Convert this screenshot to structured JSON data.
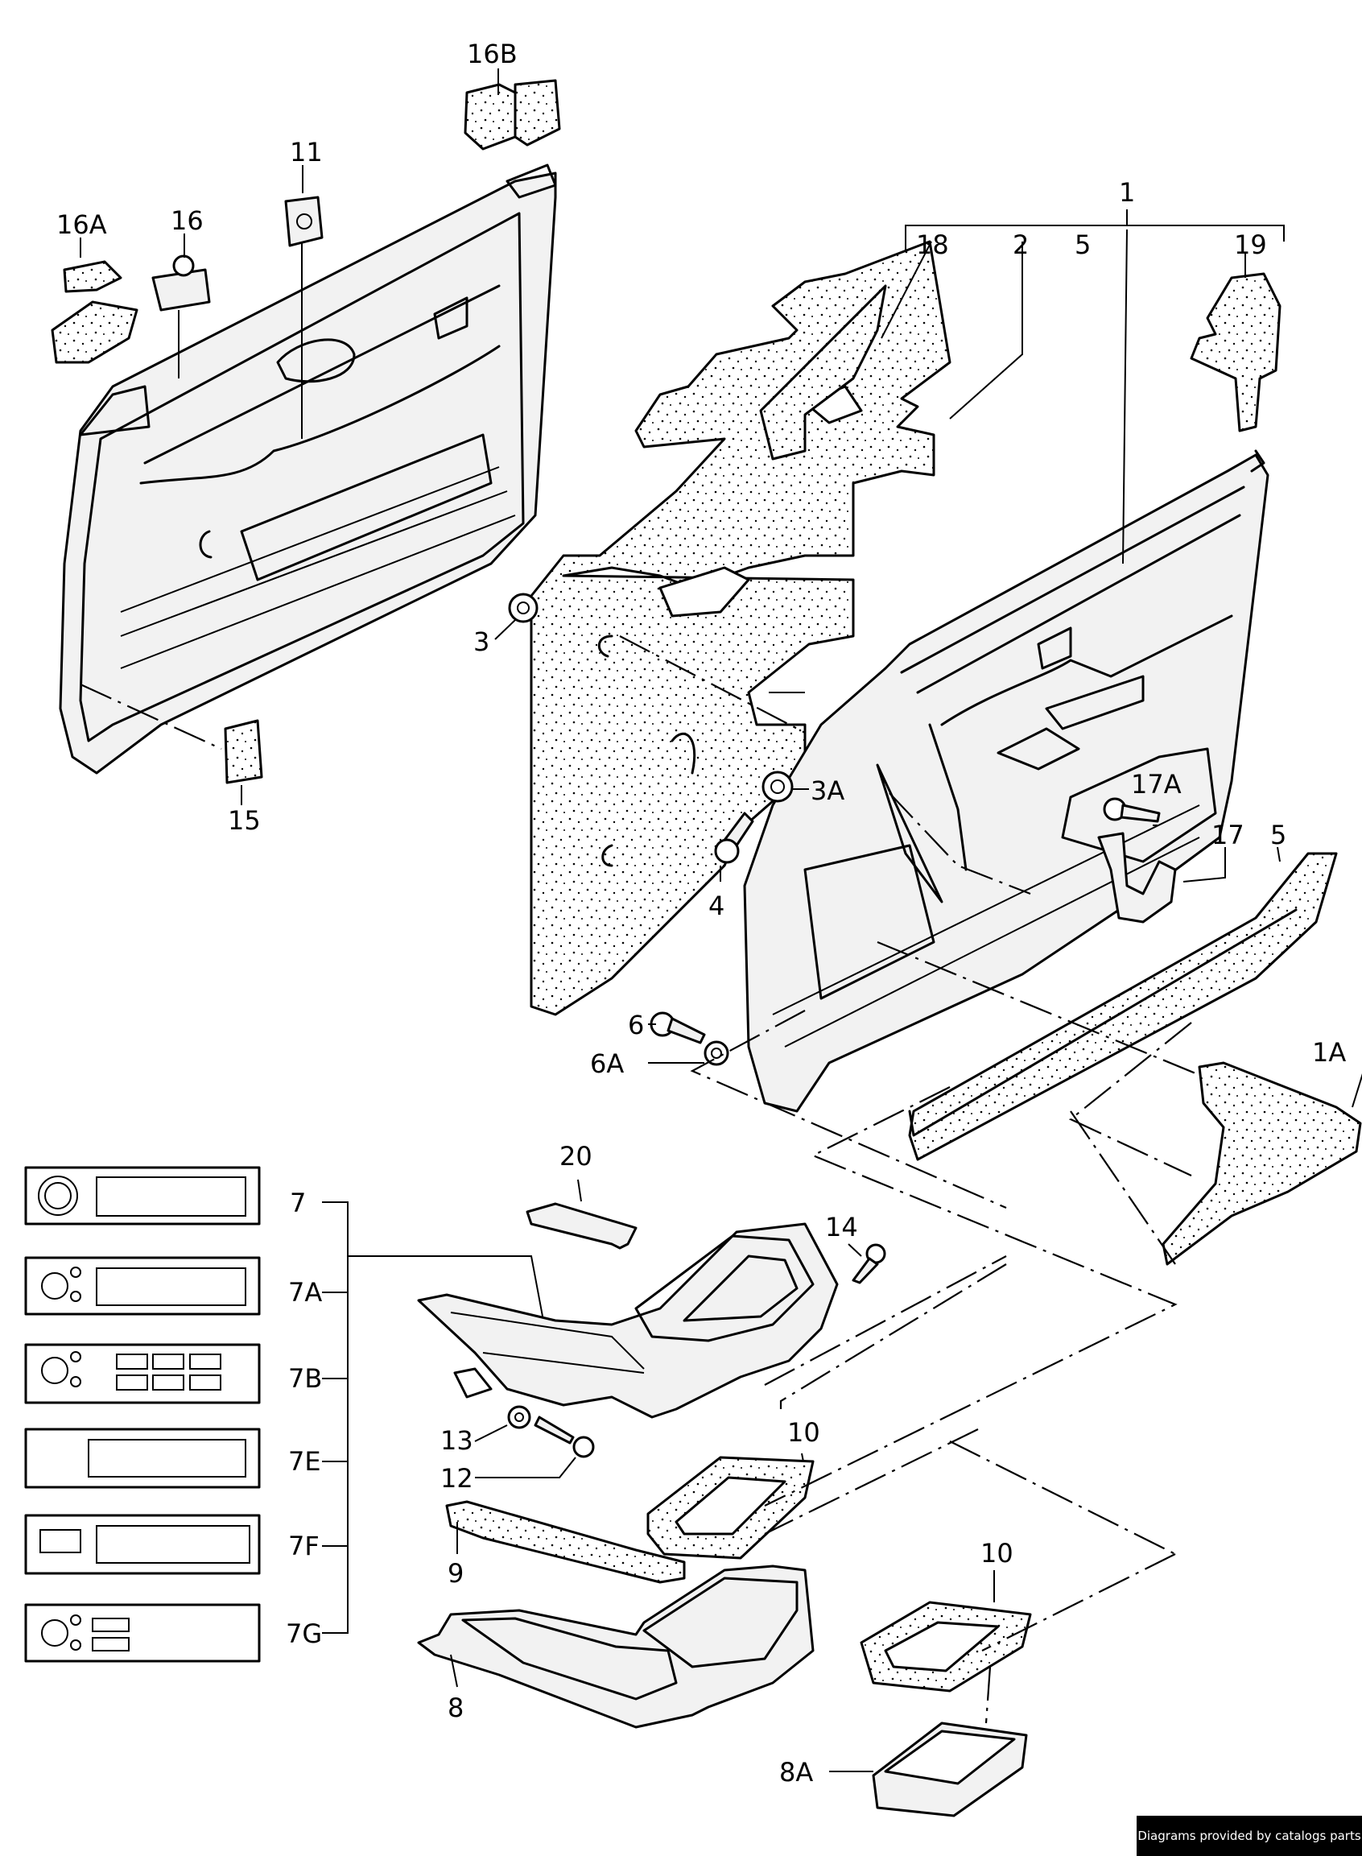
{
  "labels": {
    "p1": "1",
    "p1a": "1A",
    "p2": "2",
    "p3": "3",
    "p3a": "3A",
    "p4": "4",
    "p5a": "5",
    "p5b": "5",
    "p6": "6",
    "p6a": "6A",
    "p7": "7",
    "p7a": "7A",
    "p7b": "7B",
    "p7e": "7E",
    "p7f": "7F",
    "p7g": "7G",
    "p8": "8",
    "p8a": "8A",
    "p9": "9",
    "p10a": "10",
    "p10b": "10",
    "p11": "11",
    "p12": "12",
    "p13": "13",
    "p14": "14",
    "p15": "15",
    "p16": "16",
    "p16a": "16A",
    "p16b": "16B",
    "p17": "17",
    "p17a": "17A",
    "p18": "18",
    "p19": "19",
    "p20": "20"
  },
  "credit": "Diagrams provided by catalogs parts",
  "colors": {
    "line": "#000000",
    "background": "#ffffff",
    "credit_bg": "#000000",
    "credit_text": "#ffffff"
  }
}
